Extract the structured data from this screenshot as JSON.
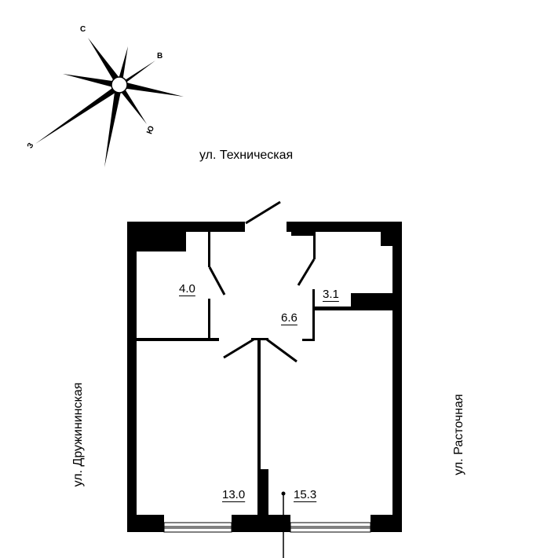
{
  "compass": {
    "north": "С",
    "east": "В",
    "south": "Ю",
    "west": "З"
  },
  "streets": {
    "top": "ул. Техническая",
    "left": "ул. Дружининская",
    "right": "ул. Расточная"
  },
  "rooms": [
    {
      "name": "bathroom",
      "area": "4.0"
    },
    {
      "name": "wc",
      "area": "3.1"
    },
    {
      "name": "hallway",
      "area": "6.6"
    },
    {
      "name": "room-left",
      "area": "13.0"
    },
    {
      "name": "room-right",
      "area": "15.3"
    }
  ]
}
